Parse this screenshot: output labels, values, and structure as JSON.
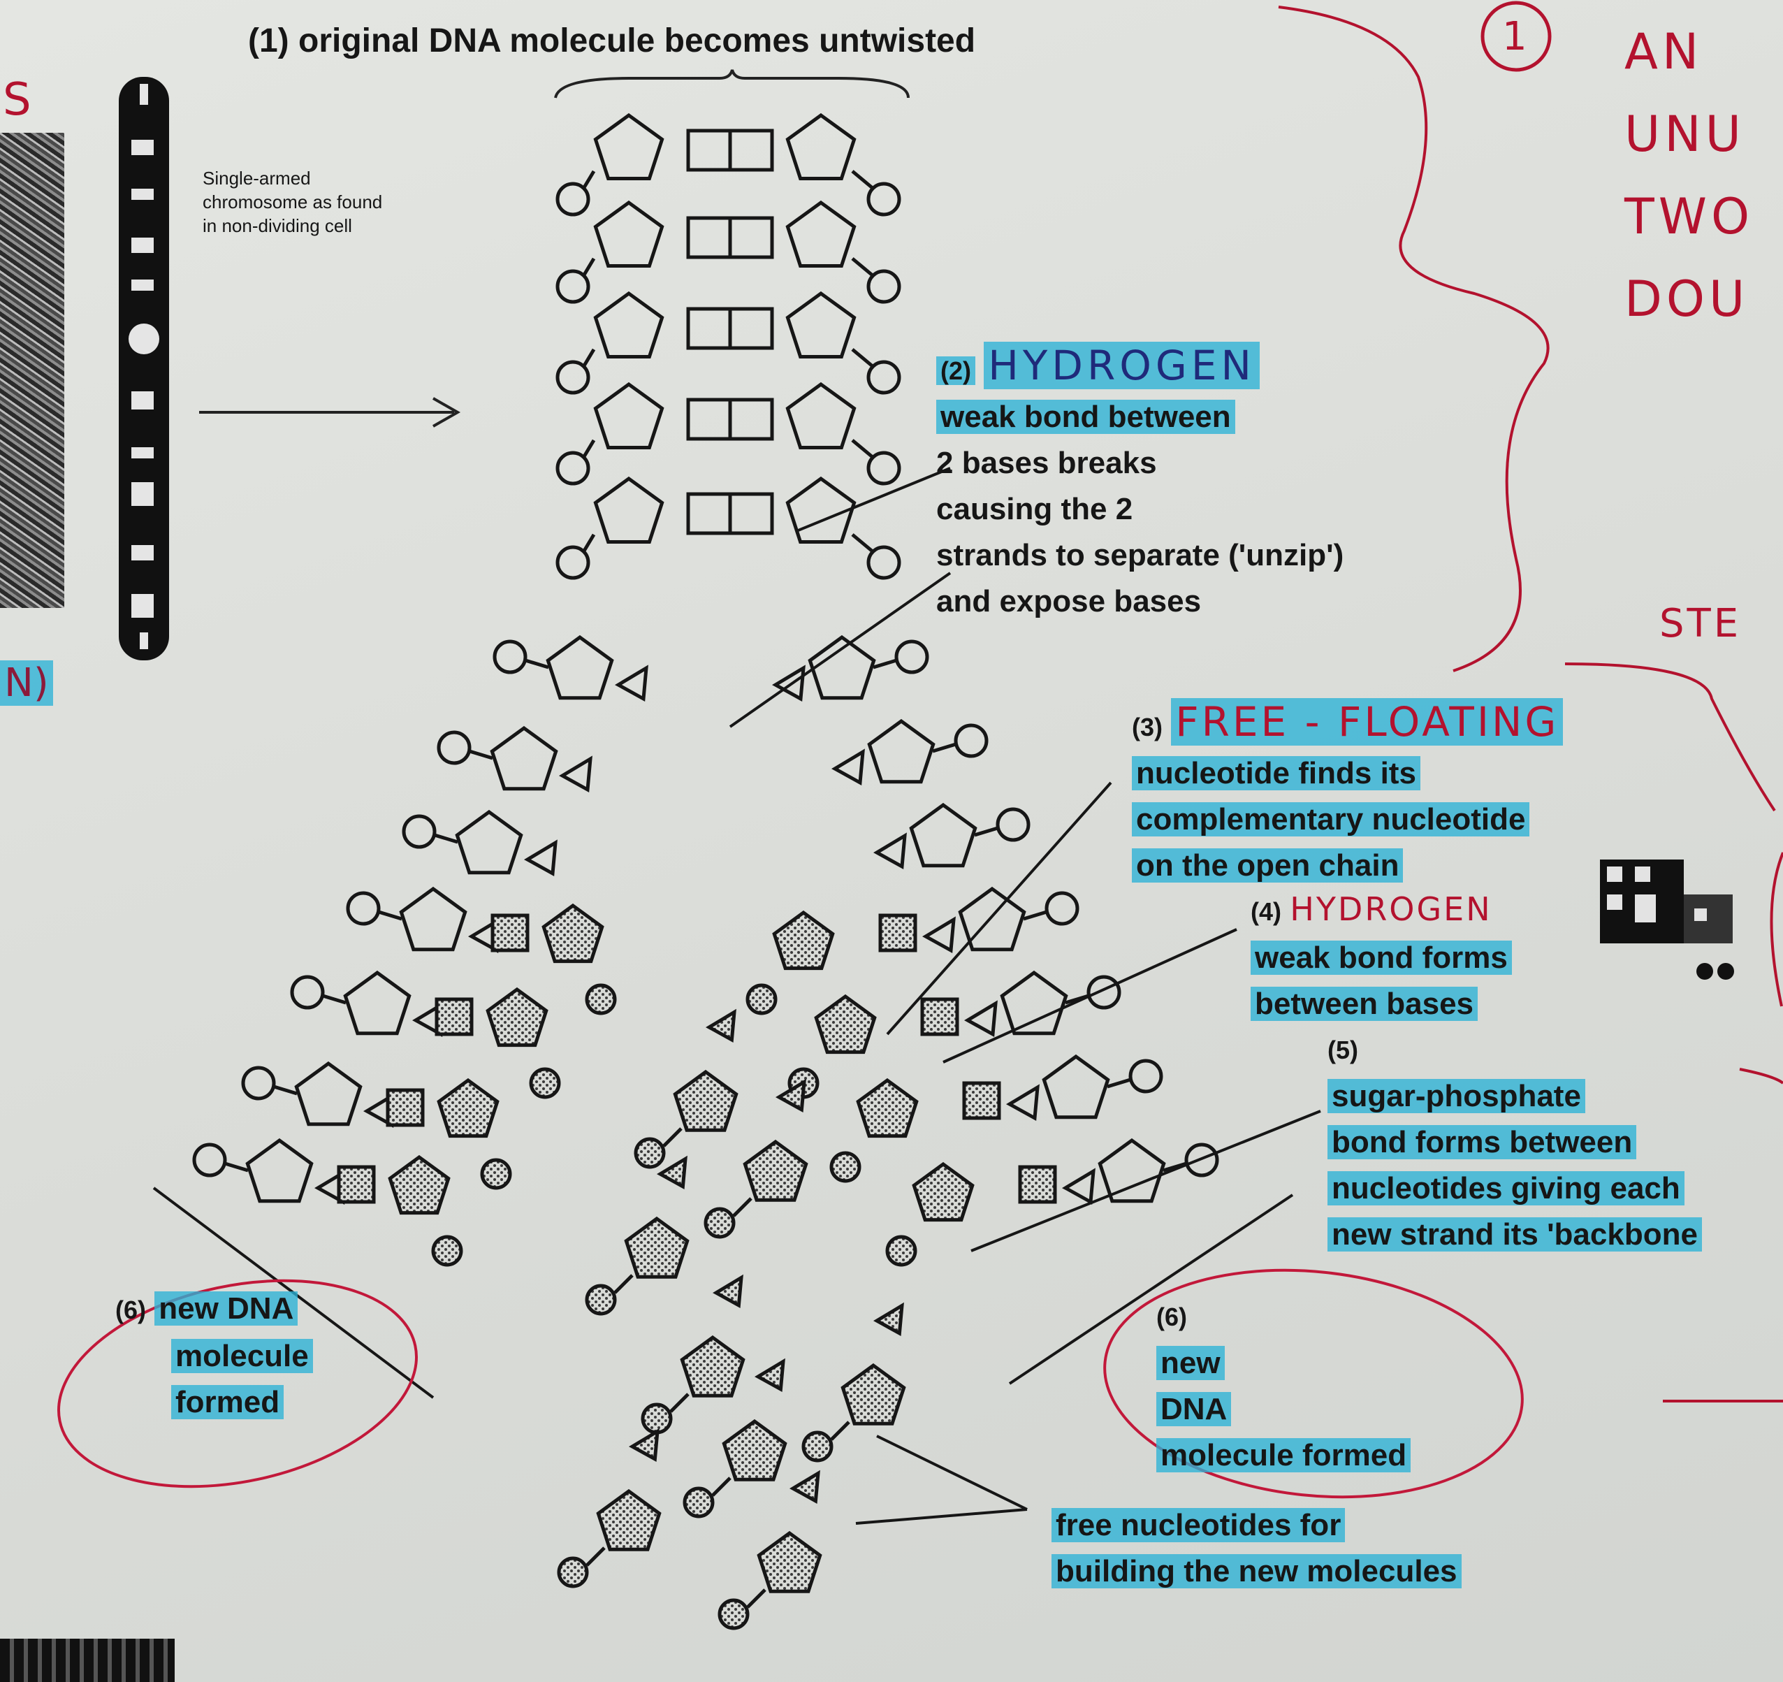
{
  "labels": {
    "title": "(1) original DNA molecule becomes untwisted",
    "chromosome_note": [
      "Single-armed",
      "chromosome as found",
      "in non-dividing cell"
    ],
    "step2_num": "(2)",
    "step2_hand": "HYDROGEN",
    "step2_lines": [
      "weak bond between",
      "2 bases breaks",
      "causing the 2",
      "strands to separate ('unzip')",
      "and expose bases"
    ],
    "step3_num": "(3)",
    "step3_hand": "FREE - FLOATING",
    "step3_lines": [
      "nucleotide finds its",
      "complementary nucleotide",
      "on the open chain"
    ],
    "step4_num": "(4)",
    "step4_hand": "HYDROGEN",
    "step4_lines": [
      "weak bond forms",
      "between bases"
    ],
    "step5_num": "(5)",
    "step5_lines": [
      "sugar-phosphate",
      "bond forms between",
      "nucleotides giving each",
      "new strand its 'backbone"
    ],
    "step6_left_num": "(6)",
    "step6_left_lines": [
      "new DNA",
      "molecule",
      "formed"
    ],
    "step6_right_num": "(6)",
    "step6_right_lines": [
      "new",
      "DNA",
      "molecule formed"
    ],
    "free_lines": [
      "free nucleotides for",
      "building the new molecules"
    ]
  },
  "margin_notes": {
    "left_top": "S",
    "left_mid": "N)",
    "right_step_num": "1",
    "right_words": [
      "AN",
      "UNU",
      "TWO",
      "DOU"
    ],
    "right_step_label": "STE"
  }
}
